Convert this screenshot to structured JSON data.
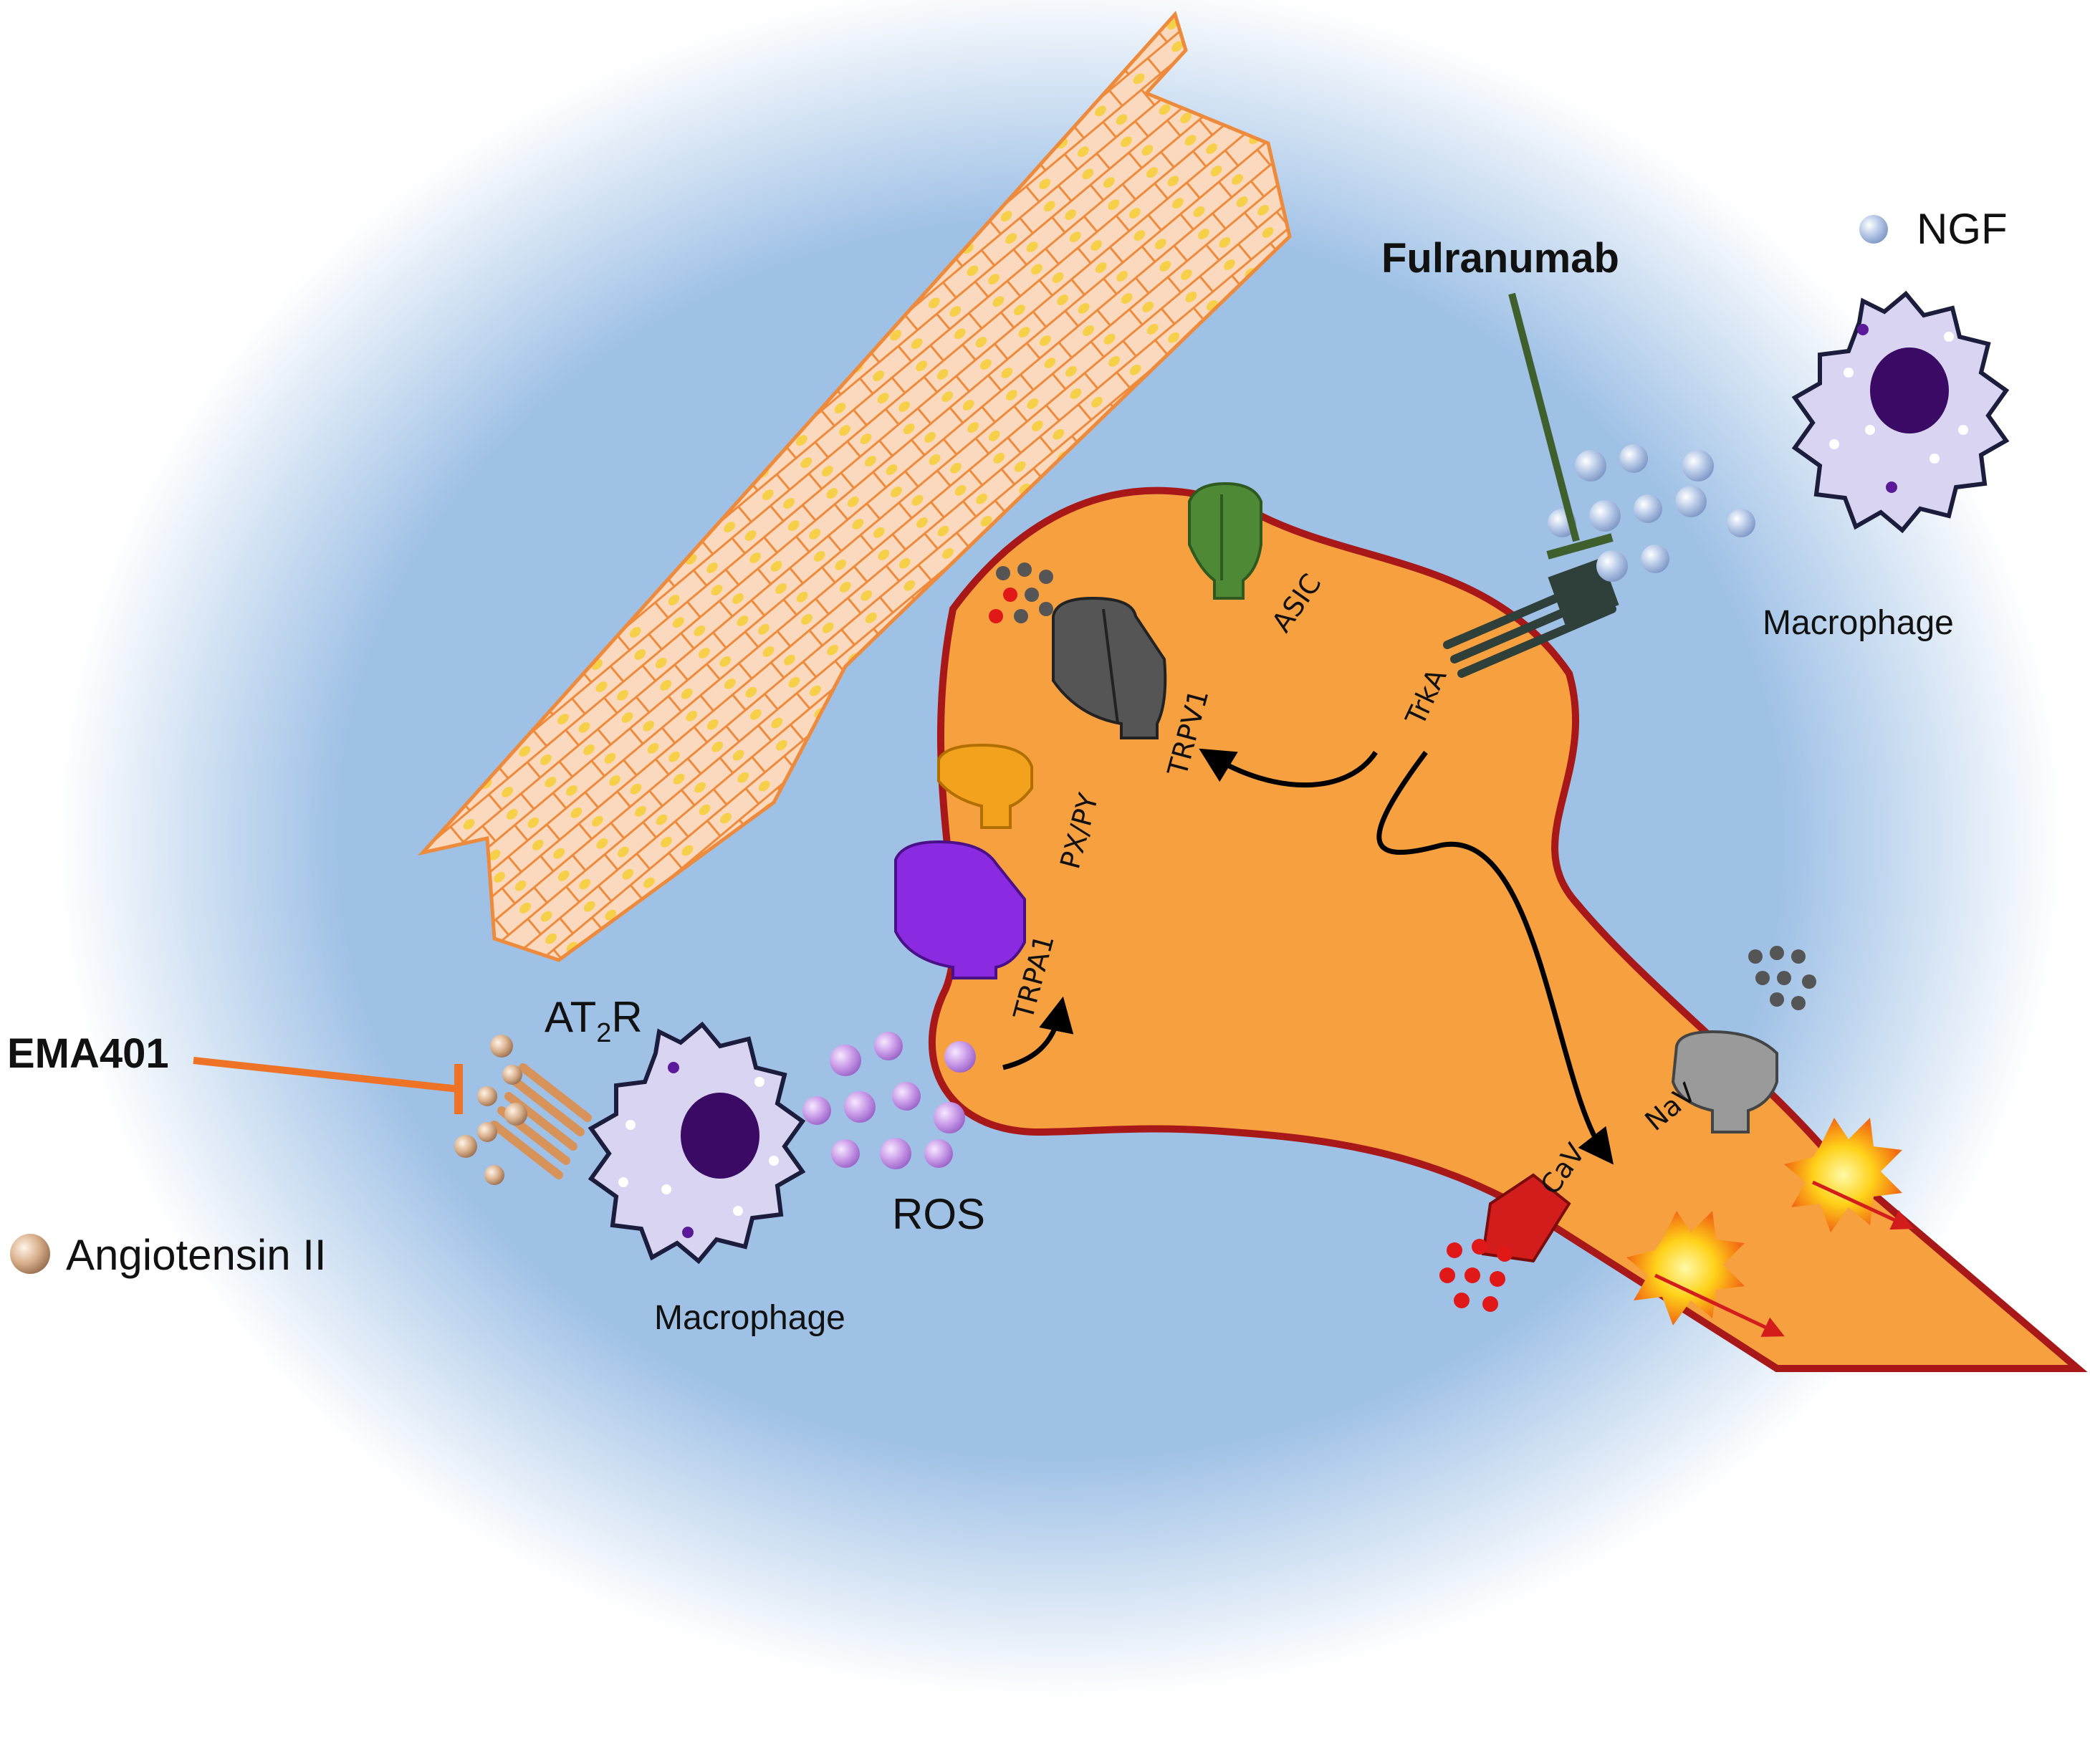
{
  "labels": {
    "ngf": "NGF",
    "fulranumab": "Fulranumab",
    "macrophage_right": "Macrophage",
    "macrophage_left": "Macrophage",
    "asic": "ASIC",
    "trpv1": "TRPV1",
    "trka": "TrkA",
    "pxpy": "PX/PY",
    "trpa1": "TRPA1",
    "at2r_main": "AT",
    "at2r_sub": "2",
    "at2r_end": "R",
    "ema401": "EMA401",
    "ros": "ROS",
    "angiotensin": "Angiotensin II",
    "nav": "NaV",
    "cav": "CaV"
  },
  "colors": {
    "background_blue": "#9fc1e6",
    "neuron_fill": "#f7a03f",
    "neuron_outline": "#a81818",
    "fulranumab": "#3f5f2c",
    "ema401": "#ee7326",
    "skin_fill": "#fbd9bf",
    "skin_outline": "#ee8a3c",
    "asic": "#4e8a36",
    "trpv1": "#555555",
    "pxpy": "#f2a21c",
    "trpa1": "#8a2be2",
    "nav": "#9a9a9a",
    "cav": "#d31c1c"
  }
}
